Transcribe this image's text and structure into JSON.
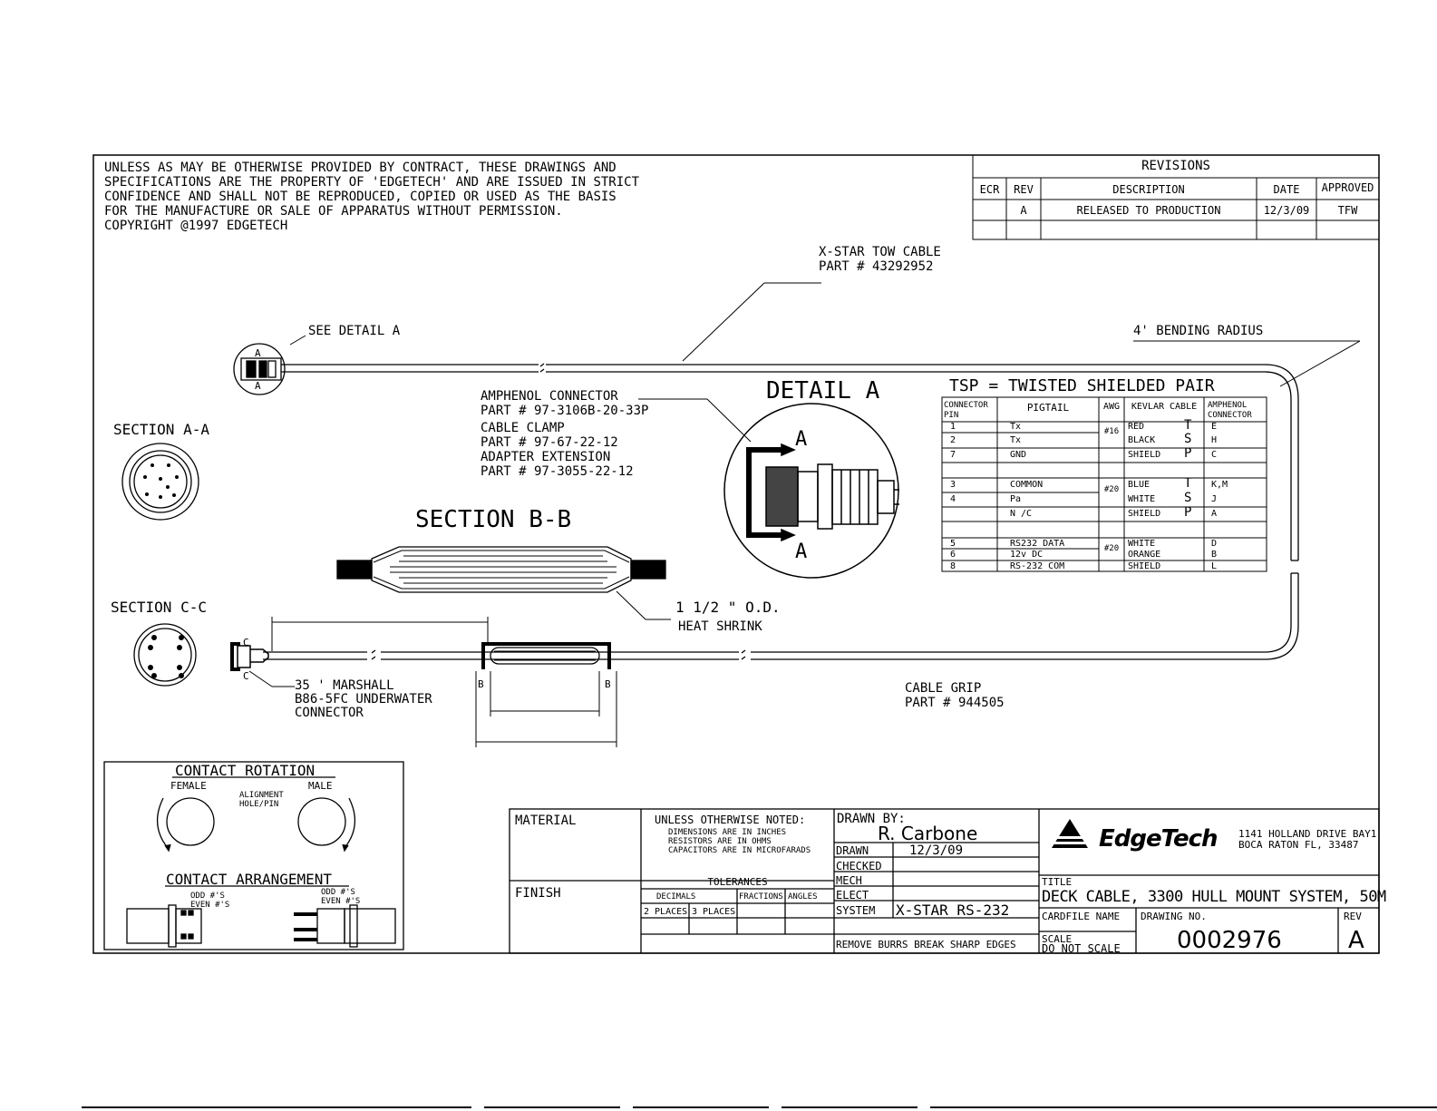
{
  "notice": {
    "lines": [
      "UNLESS AS MAY BE OTHERWISE PROVIDED BY CONTRACT, THESE DRAWINGS AND",
      "SPECIFICATIONS ARE THE PROPERTY OF 'EDGETECH' AND ARE ISSUED IN STRICT",
      "CONFIDENCE AND SHALL NOT BE REPRODUCED, COPIED OR USED AS THE BASIS",
      "FOR THE MANUFACTURE OR SALE OF APPARATUS WITHOUT PERMISSION.",
      "COPYRIGHT @1997 EDGETECH"
    ]
  },
  "revisions": {
    "title": "REVISIONS",
    "headers": [
      "ECR",
      "REV",
      "DESCRIPTION",
      "DATE",
      "APPROVED"
    ],
    "rows": [
      [
        "",
        "A",
        "RELEASED TO PRODUCTION",
        "12/3/09",
        "TFW"
      ]
    ]
  },
  "labels": {
    "tow_cable": "X-STAR TOW CABLE",
    "tow_cable_part": "PART # 43292952",
    "see_detail": "SEE DETAIL A",
    "bending_radius": "4' BENDING RADIUS",
    "amphenol": "AMPHENOL CONNECTOR",
    "amphenol_part": "PART # 97-3106B-20-33P",
    "cable_clamp": "CABLE CLAMP",
    "cable_clamp_part": "PART # 97-67-22-12",
    "adapter": "ADAPTER EXTENSION",
    "adapter_part": "PART # 97-3055-22-12",
    "detail_a": "DETAIL A",
    "section_aa": "SECTION A-A",
    "section_bb": "SECTION B-B",
    "section_cc": "SECTION C-C",
    "heat_shrink_od": "1 1/2 \" O.D.",
    "heat_shrink": "HEAT SHRINK",
    "marshall_1": "35 ' MARSHALL",
    "marshall_2": "B86-5FC UNDERWATER",
    "marshall_3": "CONNECTOR",
    "cable_grip": "CABLE GRIP",
    "cable_grip_part": "PART # 944505",
    "mark_a": "A",
    "mark_b": "B",
    "mark_c": "C"
  },
  "pin_table": {
    "title": "TSP = TWISTED SHIELDED PAIR",
    "headers": [
      "CONNECTOR PIN",
      "PIGTAIL",
      "AWG",
      "KEVLAR CABLE",
      "AMPHENOL CONNECTOR"
    ],
    "rows": [
      [
        "1",
        "Tx",
        "#16",
        "RED",
        "T",
        "E"
      ],
      [
        "2",
        "Tx",
        "",
        "BLACK",
        "S",
        "H"
      ],
      [
        "7",
        "GND",
        "",
        "SHIELD",
        "P",
        "C"
      ],
      [
        "",
        "",
        "",
        "",
        "",
        ""
      ],
      [
        "3",
        "COMMON",
        "#20",
        "BLUE",
        "T",
        "K,M"
      ],
      [
        "4",
        "Pa",
        "",
        "WHITE",
        "S",
        "J"
      ],
      [
        "",
        "N /C",
        "",
        "SHIELD",
        "P",
        "A"
      ],
      [
        "",
        "",
        "",
        "",
        "",
        ""
      ],
      [
        "5",
        "RS232 DATA",
        "#20",
        "WHITE",
        "",
        "D"
      ],
      [
        "6",
        "12v DC",
        "",
        "ORANGE",
        "",
        "B"
      ],
      [
        "8",
        "RS-232 COM",
        "",
        "SHIELD",
        "",
        "L"
      ]
    ]
  },
  "contact": {
    "rotation_title": "CONTACT ROTATION",
    "female": "FEMALE",
    "male": "MALE",
    "alignment_1": "ALIGNMENT",
    "alignment_2": "HOLE/PIN",
    "arrangement_title": "CONTACT ARRANGEMENT",
    "odd": "ODD #'S",
    "even": "EVEN #'S"
  },
  "title_block": {
    "material": "MATERIAL",
    "finish": "FINISH",
    "unless": "UNLESS OTHERWISE NOTED:",
    "dims": "DIMENSIONS ARE IN INCHES",
    "resistors": "RESISTORS ARE IN OHMS",
    "capacitors": "CAPACITORS ARE IN MICROFARADS",
    "tolerances": "TOLERANCES",
    "decimals": "DECIMALS",
    "fractions": "FRACTIONS",
    "angles": "ANGLES",
    "places2": "2 PLACES",
    "places3": "3 PLACES",
    "drawn_by": "DRAWN BY:",
    "drawn_by_name": "R. Carbone",
    "drawn": "DRAWN",
    "drawn_date": "12/3/09",
    "checked": "CHECKED",
    "mech": "MECH",
    "elect": "ELECT",
    "system": "SYSTEM",
    "system_value": "X-STAR RS-232",
    "remove_burrs": "REMOVE BURRS BREAK SHARP EDGES",
    "company": "EdgeTech",
    "address_1": "1141 HOLLAND DRIVE BAY1",
    "address_2": "BOCA RATON FL, 33487",
    "title_label": "TITLE",
    "title_value": "DECK CABLE, 3300 HULL MOUNT SYSTEM, 50M",
    "cardfile": "CARDFILE NAME",
    "drawing_no_label": "DRAWING NO.",
    "drawing_no": "0002976",
    "rev_label": "REV",
    "rev_value": "A",
    "scale_label": "SCALE",
    "do_not_scale": "DO NOT SCALE"
  }
}
